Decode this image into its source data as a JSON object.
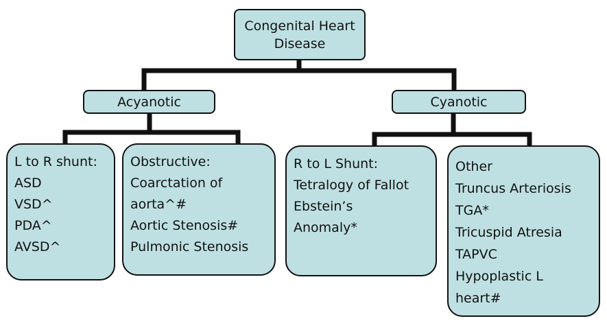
{
  "root": {
    "label_line1": "Congenital Heart",
    "label_line2": "Disease"
  },
  "branches": {
    "acyanotic": {
      "label": "Acyanotic",
      "groups": [
        {
          "lines": [
            "L to R shunt:",
            "ASD",
            "VSD^",
            "PDA^",
            "AVSD^"
          ]
        },
        {
          "lines": [
            "Obstructive:",
            "Coarctation of",
            "aorta^#",
            "Aortic Stenosis#",
            "Pulmonic Stenosis"
          ]
        }
      ]
    },
    "cyanotic": {
      "label": "Cyanotic",
      "groups": [
        {
          "lines": [
            "R to L Shunt:",
            "Tetralogy of Fallot",
            "Ebstein’s",
            "Anomaly*"
          ]
        },
        {
          "lines": [
            "Other",
            "Truncus Arteriosis",
            "TGA*",
            "Tricuspid Atresia",
            "TAPVC",
            "Hypoplastic L",
            "heart#"
          ]
        }
      ]
    }
  },
  "colors": {
    "box_fill": "#bfe0e2",
    "stroke": "#111111"
  }
}
